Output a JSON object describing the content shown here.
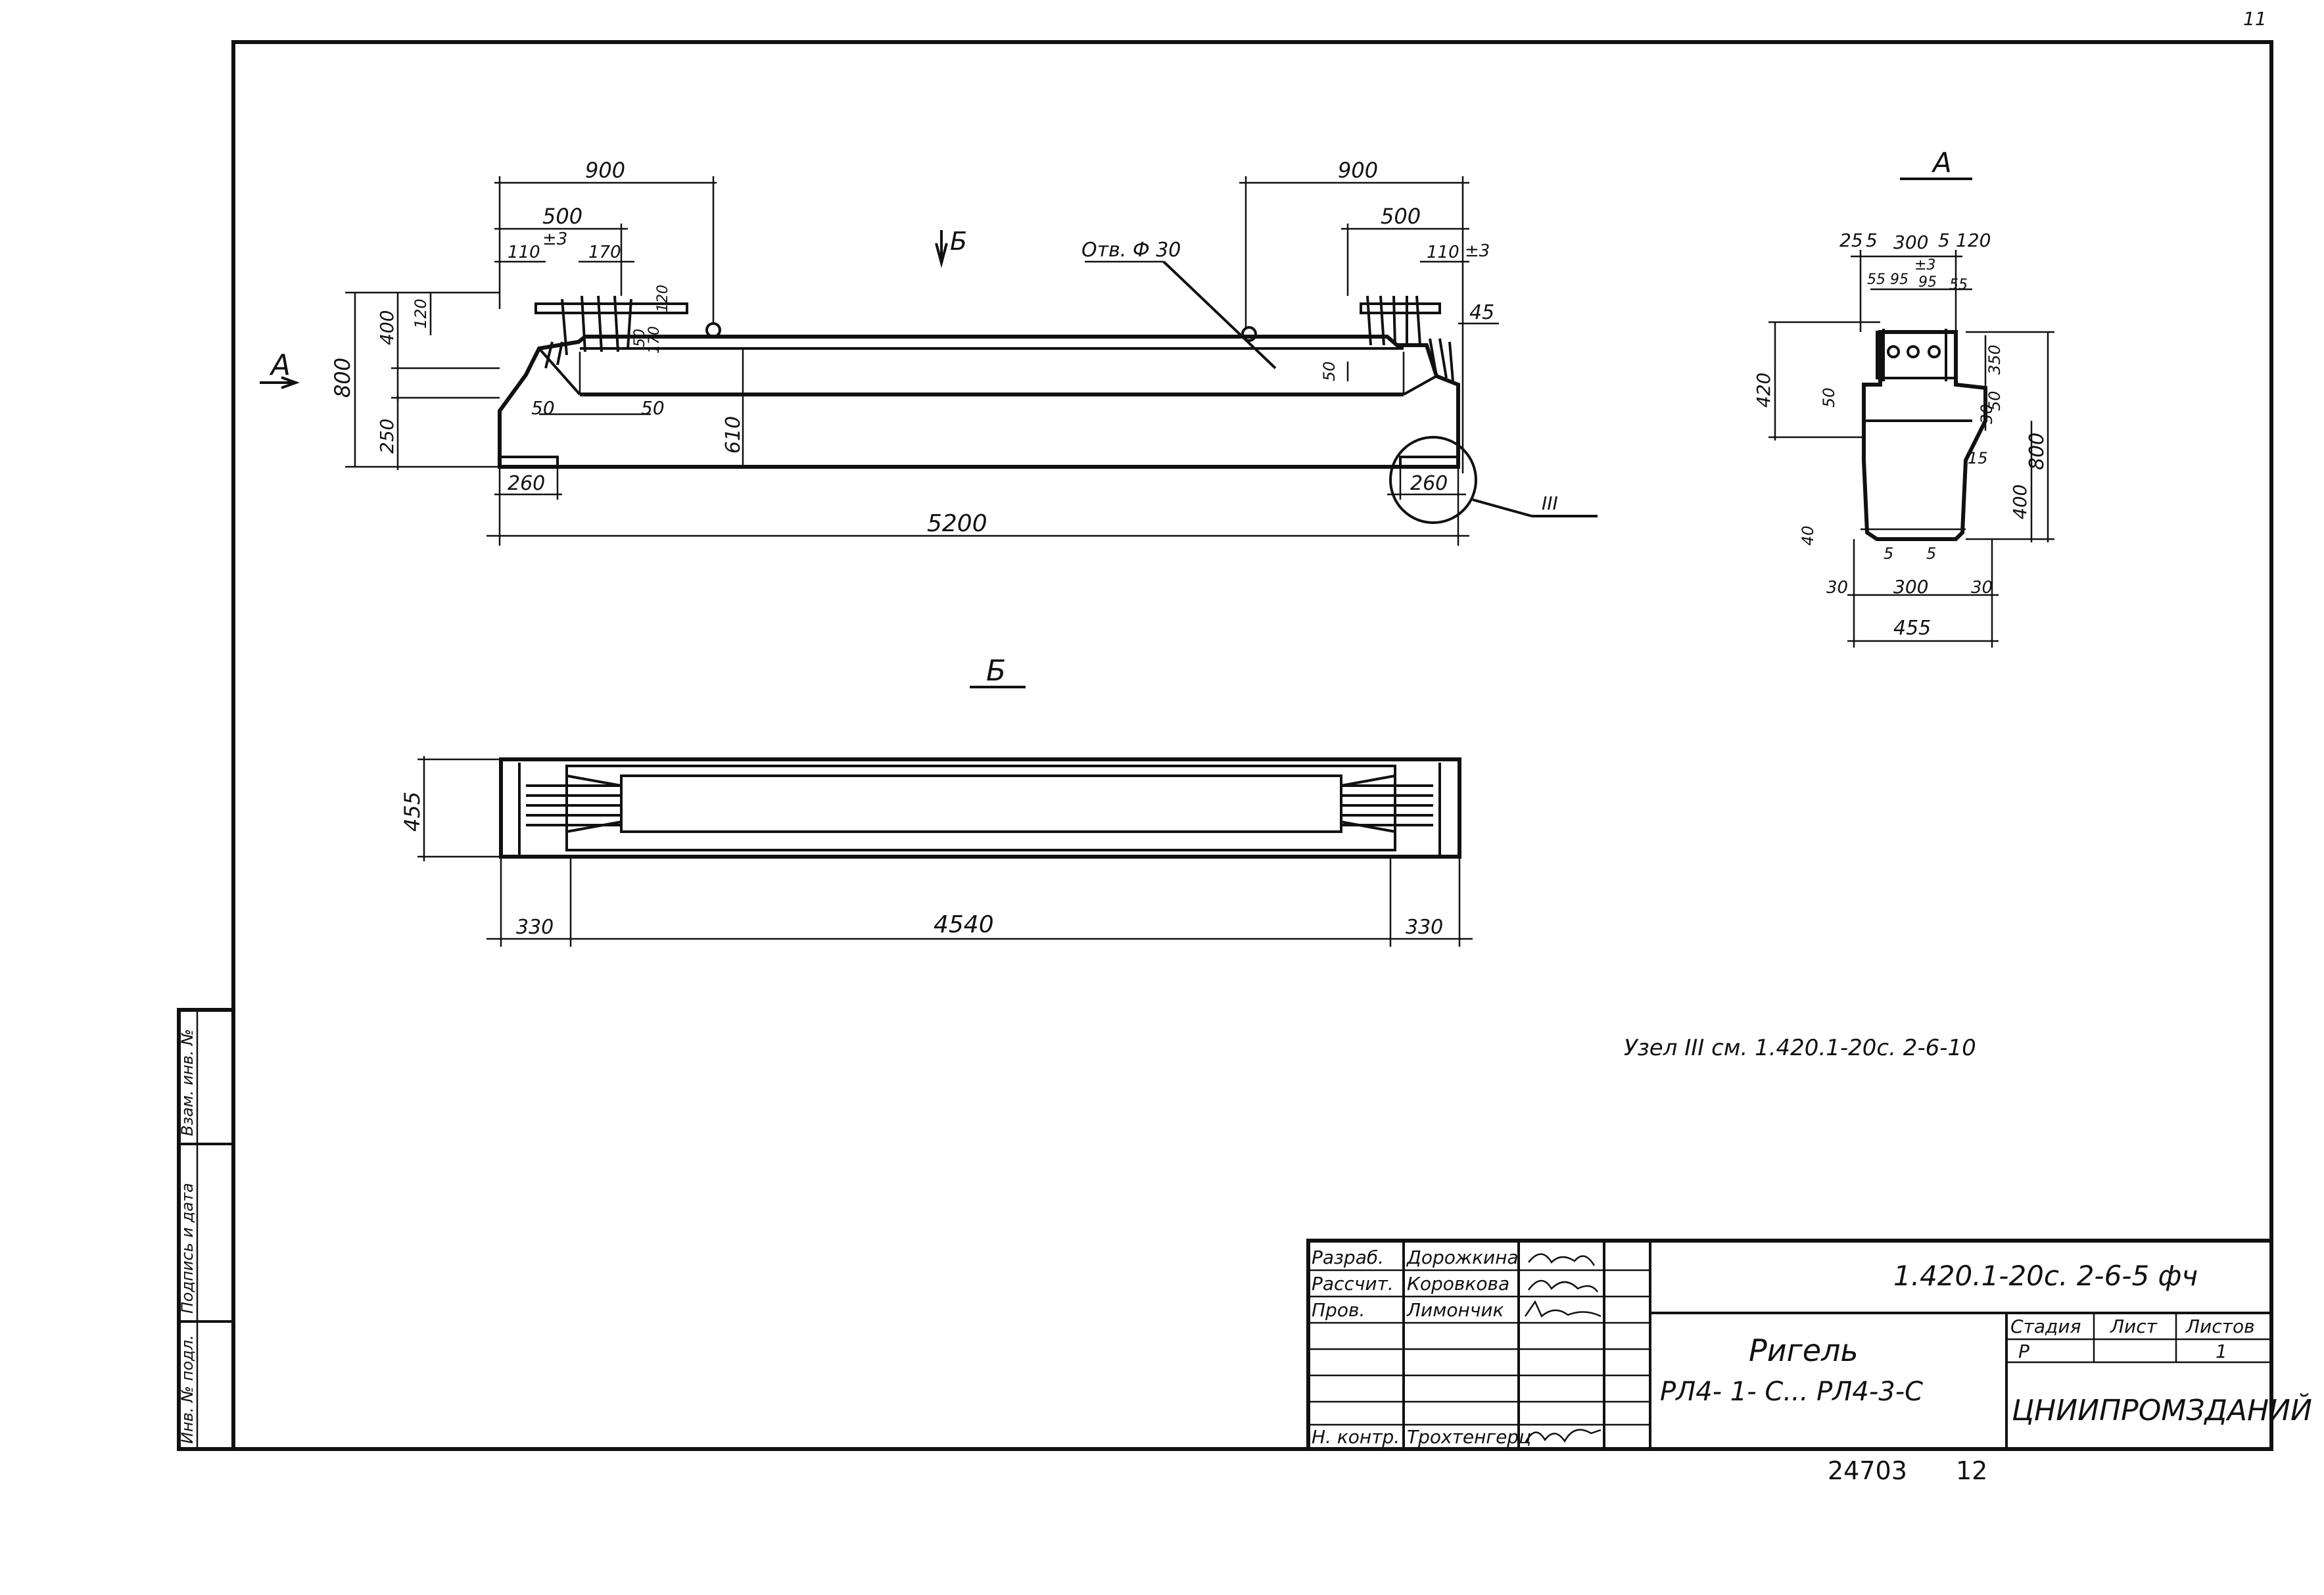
{
  "sheet_number": "11",
  "views": {
    "elevation": {
      "section_arrow_label": "А",
      "view_arrow_label": "Б",
      "hole_note": "Отв. Ф 30",
      "node_label": "III",
      "dims": {
        "left_900": "900",
        "left_500": "500",
        "left_110": "110",
        "left_pm3": "±3",
        "left_170": "170",
        "left_120": "120",
        "left_50a": "50",
        "left_170b": "170",
        "left_400": "400",
        "left_800": "800",
        "left_250": "250",
        "left_50b": "50",
        "left_50c": "50",
        "center_610": "610",
        "right_900": "900",
        "right_500": "500",
        "right_110": "110",
        "right_pm3": "±3",
        "right_45": "45",
        "right_50": "50",
        "bottom_260": "260",
        "bottom_260r": "260",
        "total_5200": "5200"
      }
    },
    "section_a": {
      "title": "А",
      "dims": {
        "d25": "25",
        "d5a": "5",
        "d300": "300",
        "d5b": "5",
        "d120": "120",
        "d55a": "55",
        "d95a": "95",
        "d95b": "95",
        "d55b": "55",
        "dpm3": "±3",
        "d420": "420",
        "d50": "50",
        "d350": "350",
        "d30a": "30",
        "d50b": "50",
        "d800": "800",
        "d15": "15",
        "d400": "400",
        "d40": "40",
        "d5c": "5",
        "d5d": "5",
        "d30b": "30",
        "d300b": "300",
        "d30c": "30",
        "d455": "455"
      }
    },
    "plan_b": {
      "title": "Б",
      "dims": {
        "d455": "455",
        "d330l": "330",
        "d4540": "4540",
        "d330r": "330"
      }
    },
    "node_note": "Узел III см. 1.420.1-20с. 2-6-10"
  },
  "side_stamp": {
    "inv": "Инв. № подл.",
    "sign": "Подпись и дата",
    "replace": "Взам. инв. №"
  },
  "title_block": {
    "roles": [
      {
        "role": "Разраб.",
        "name": "Дорожкина"
      },
      {
        "role": "Рассчит.",
        "name": "Коровкова"
      },
      {
        "role": "Пров.",
        "name": "Лимончик"
      },
      {
        "role": "",
        "name": ""
      },
      {
        "role": "",
        "name": ""
      },
      {
        "role": "",
        "name": ""
      },
      {
        "role": "Н. контр.",
        "name": "Трохтенгерц"
      }
    ],
    "code": "1.420.1-20с. 2-6-5 фч",
    "item_title": "Ригель",
    "item_range": "РЛ4- 1- С... РЛ4-3-С",
    "stage_header": "Стадия",
    "sheet_header": "Лист",
    "sheets_header": "Листов",
    "stage": "Р",
    "sheet": "",
    "sheets": "1",
    "org": "ЦНИИПРОМЗДАНИЙ"
  },
  "footer": {
    "archive_no": "24703",
    "page": "12"
  }
}
